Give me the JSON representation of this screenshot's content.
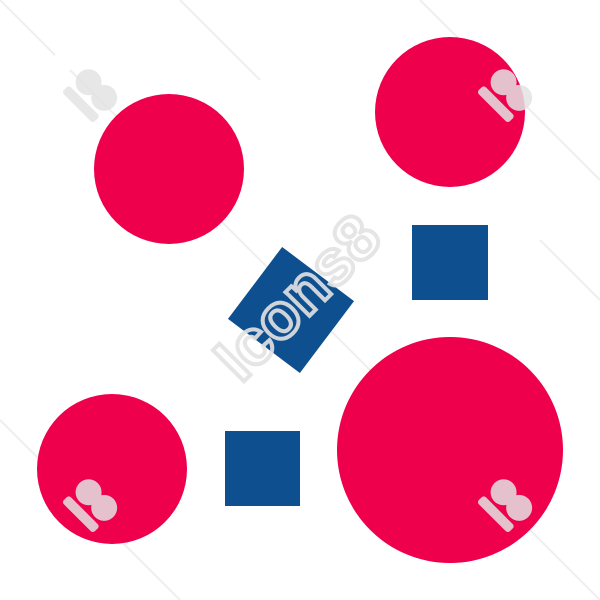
{
  "illustration": {
    "colors": {
      "background": "#ffffff",
      "circle": "#ee004d",
      "square": "#0d4f8f",
      "watermark": "#e3e3e3",
      "watermark_lines": "#eeeeee"
    },
    "shapes": [
      {
        "id": "circle-top-left",
        "kind": "circle",
        "icon": "circle-icon"
      },
      {
        "id": "circle-top-right",
        "kind": "circle",
        "icon": "circle-icon"
      },
      {
        "id": "circle-bottom-left",
        "kind": "circle",
        "icon": "circle-icon"
      },
      {
        "id": "circle-bottom-right",
        "kind": "circle",
        "icon": "circle-icon"
      },
      {
        "id": "square-center",
        "kind": "square",
        "rotated": true,
        "icon": "square-icon"
      },
      {
        "id": "square-right",
        "kind": "square",
        "rotated": false,
        "icon": "square-icon"
      },
      {
        "id": "square-bottom",
        "kind": "square",
        "rotated": false,
        "icon": "square-icon"
      }
    ],
    "watermark": {
      "text": "Icons8",
      "icon": "icons8-logo-icon"
    }
  }
}
